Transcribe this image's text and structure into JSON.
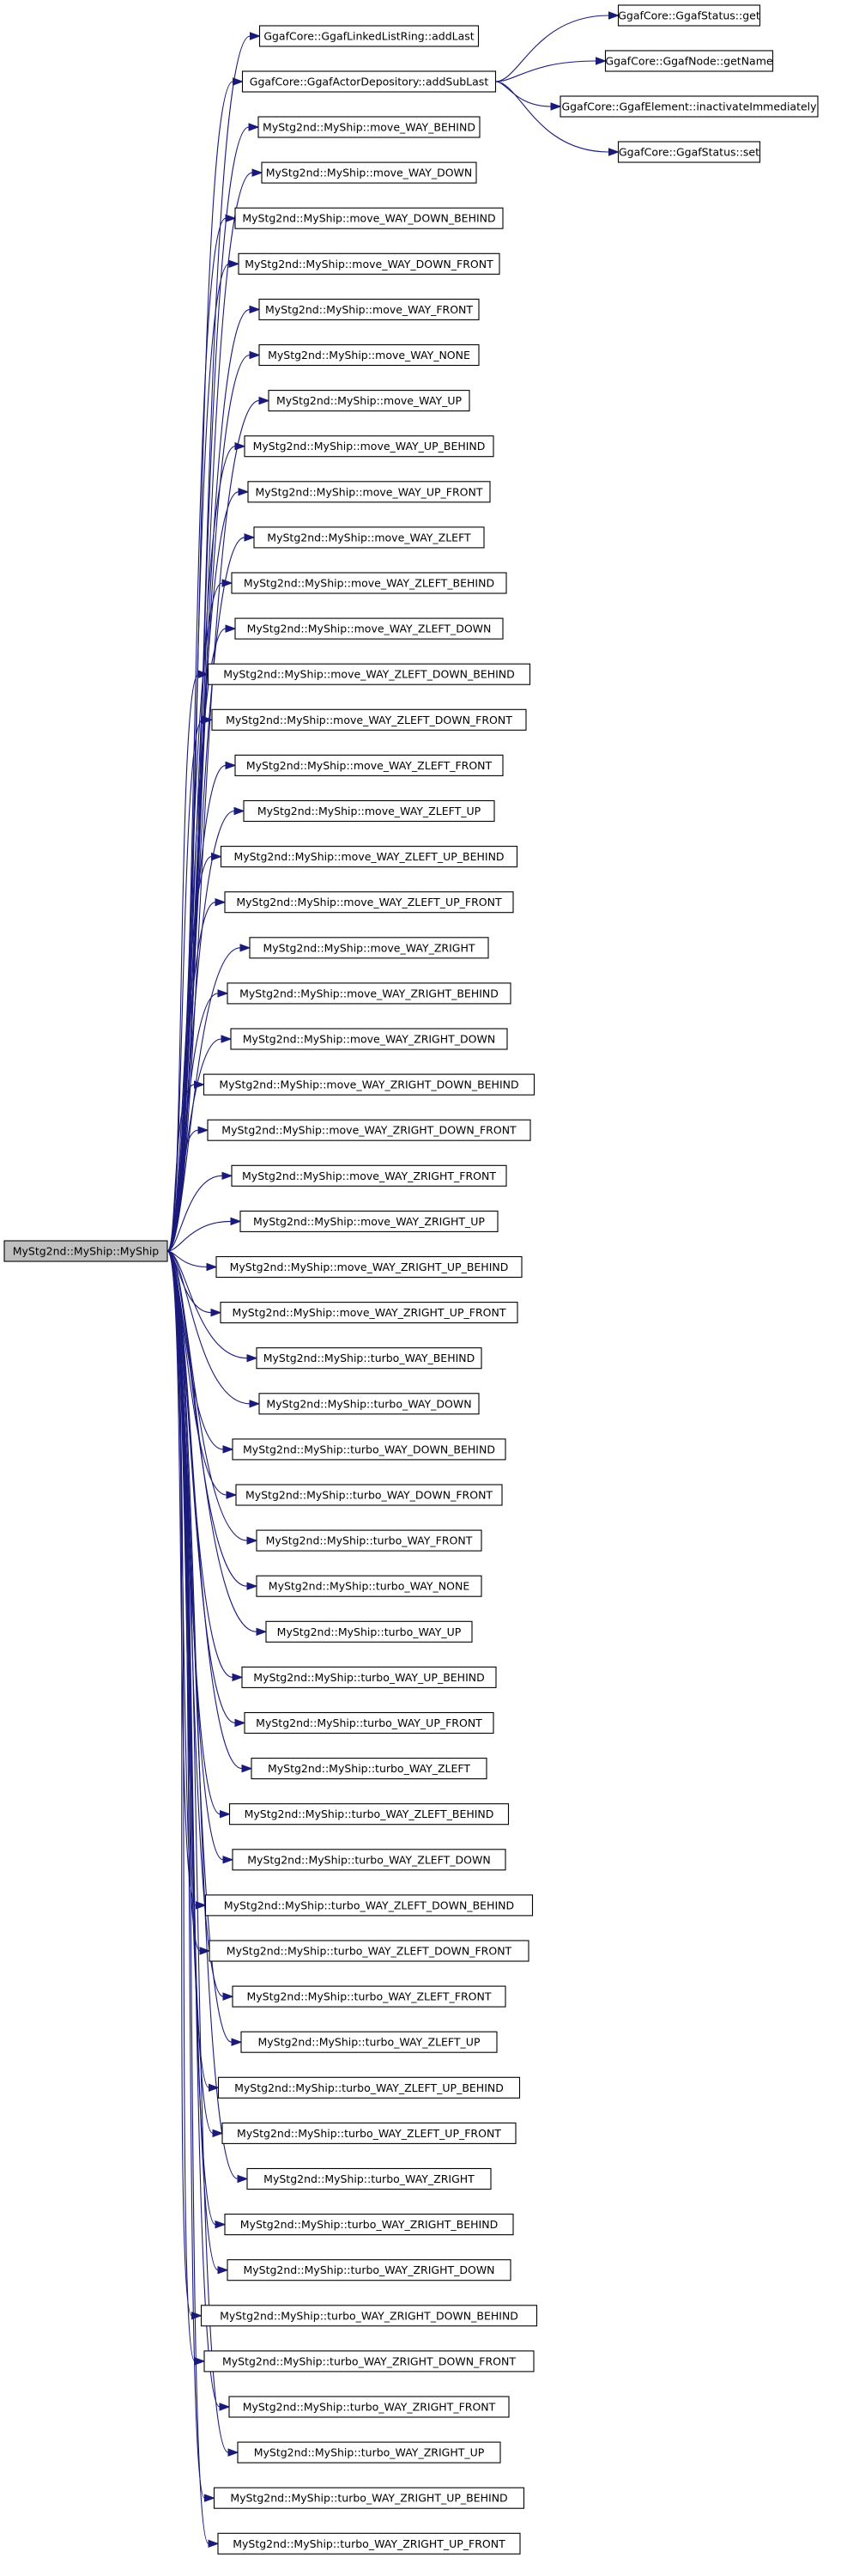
{
  "graph": {
    "root": {
      "id": "root",
      "label": "MyStg2nd::MyShip::MyShip"
    },
    "nodes": [
      {
        "id": "n_addLast",
        "label": "GgafCore::GgafLinkedListRing::addLast"
      },
      {
        "id": "n_addSubLast",
        "label": "GgafCore::GgafActorDepository::addSubLast"
      },
      {
        "id": "n_get",
        "label": "GgafCore::GgafStatus::get"
      },
      {
        "id": "n_getName",
        "label": "GgafCore::GgafNode::getName"
      },
      {
        "id": "n_inact",
        "label": "GgafCore::GgafElement::inactivateImmediately"
      },
      {
        "id": "n_set",
        "label": "GgafCore::GgafStatus::set"
      },
      {
        "id": "m0",
        "label": "MyStg2nd::MyShip::move_WAY_BEHIND"
      },
      {
        "id": "m1",
        "label": "MyStg2nd::MyShip::move_WAY_DOWN"
      },
      {
        "id": "m2",
        "label": "MyStg2nd::MyShip::move_WAY_DOWN_BEHIND"
      },
      {
        "id": "m3",
        "label": "MyStg2nd::MyShip::move_WAY_DOWN_FRONT"
      },
      {
        "id": "m4",
        "label": "MyStg2nd::MyShip::move_WAY_FRONT"
      },
      {
        "id": "m5",
        "label": "MyStg2nd::MyShip::move_WAY_NONE"
      },
      {
        "id": "m6",
        "label": "MyStg2nd::MyShip::move_WAY_UP"
      },
      {
        "id": "m7",
        "label": "MyStg2nd::MyShip::move_WAY_UP_BEHIND"
      },
      {
        "id": "m8",
        "label": "MyStg2nd::MyShip::move_WAY_UP_FRONT"
      },
      {
        "id": "m9",
        "label": "MyStg2nd::MyShip::move_WAY_ZLEFT"
      },
      {
        "id": "m10",
        "label": "MyStg2nd::MyShip::move_WAY_ZLEFT_BEHIND"
      },
      {
        "id": "m11",
        "label": "MyStg2nd::MyShip::move_WAY_ZLEFT_DOWN"
      },
      {
        "id": "m12",
        "label": "MyStg2nd::MyShip::move_WAY_ZLEFT_DOWN_BEHIND"
      },
      {
        "id": "m13",
        "label": "MyStg2nd::MyShip::move_WAY_ZLEFT_DOWN_FRONT"
      },
      {
        "id": "m14",
        "label": "MyStg2nd::MyShip::move_WAY_ZLEFT_FRONT"
      },
      {
        "id": "m15",
        "label": "MyStg2nd::MyShip::move_WAY_ZLEFT_UP"
      },
      {
        "id": "m16",
        "label": "MyStg2nd::MyShip::move_WAY_ZLEFT_UP_BEHIND"
      },
      {
        "id": "m17",
        "label": "MyStg2nd::MyShip::move_WAY_ZLEFT_UP_FRONT"
      },
      {
        "id": "m18",
        "label": "MyStg2nd::MyShip::move_WAY_ZRIGHT"
      },
      {
        "id": "m19",
        "label": "MyStg2nd::MyShip::move_WAY_ZRIGHT_BEHIND"
      },
      {
        "id": "m20",
        "label": "MyStg2nd::MyShip::move_WAY_ZRIGHT_DOWN"
      },
      {
        "id": "m21",
        "label": "MyStg2nd::MyShip::move_WAY_ZRIGHT_DOWN_BEHIND"
      },
      {
        "id": "m22",
        "label": "MyStg2nd::MyShip::move_WAY_ZRIGHT_DOWN_FRONT"
      },
      {
        "id": "m23",
        "label": "MyStg2nd::MyShip::move_WAY_ZRIGHT_FRONT"
      },
      {
        "id": "m24",
        "label": "MyStg2nd::MyShip::move_WAY_ZRIGHT_UP"
      },
      {
        "id": "m25",
        "label": "MyStg2nd::MyShip::move_WAY_ZRIGHT_UP_BEHIND"
      },
      {
        "id": "m26",
        "label": "MyStg2nd::MyShip::move_WAY_ZRIGHT_UP_FRONT"
      },
      {
        "id": "t0",
        "label": "MyStg2nd::MyShip::turbo_WAY_BEHIND"
      },
      {
        "id": "t1",
        "label": "MyStg2nd::MyShip::turbo_WAY_DOWN"
      },
      {
        "id": "t2",
        "label": "MyStg2nd::MyShip::turbo_WAY_DOWN_BEHIND"
      },
      {
        "id": "t3",
        "label": "MyStg2nd::MyShip::turbo_WAY_DOWN_FRONT"
      },
      {
        "id": "t4",
        "label": "MyStg2nd::MyShip::turbo_WAY_FRONT"
      },
      {
        "id": "t5",
        "label": "MyStg2nd::MyShip::turbo_WAY_NONE"
      },
      {
        "id": "t6",
        "label": "MyStg2nd::MyShip::turbo_WAY_UP"
      },
      {
        "id": "t7",
        "label": "MyStg2nd::MyShip::turbo_WAY_UP_BEHIND"
      },
      {
        "id": "t8",
        "label": "MyStg2nd::MyShip::turbo_WAY_UP_FRONT"
      },
      {
        "id": "t9",
        "label": "MyStg2nd::MyShip::turbo_WAY_ZLEFT"
      },
      {
        "id": "t10",
        "label": "MyStg2nd::MyShip::turbo_WAY_ZLEFT_BEHIND"
      },
      {
        "id": "t11",
        "label": "MyStg2nd::MyShip::turbo_WAY_ZLEFT_DOWN"
      },
      {
        "id": "t12",
        "label": "MyStg2nd::MyShip::turbo_WAY_ZLEFT_DOWN_BEHIND"
      },
      {
        "id": "t13",
        "label": "MyStg2nd::MyShip::turbo_WAY_ZLEFT_DOWN_FRONT"
      },
      {
        "id": "t14",
        "label": "MyStg2nd::MyShip::turbo_WAY_ZLEFT_FRONT"
      },
      {
        "id": "t15",
        "label": "MyStg2nd::MyShip::turbo_WAY_ZLEFT_UP"
      },
      {
        "id": "t16",
        "label": "MyStg2nd::MyShip::turbo_WAY_ZLEFT_UP_BEHIND"
      },
      {
        "id": "t17",
        "label": "MyStg2nd::MyShip::turbo_WAY_ZLEFT_UP_FRONT"
      },
      {
        "id": "t18",
        "label": "MyStg2nd::MyShip::turbo_WAY_ZRIGHT"
      },
      {
        "id": "t19",
        "label": "MyStg2nd::MyShip::turbo_WAY_ZRIGHT_BEHIND"
      },
      {
        "id": "t20",
        "label": "MyStg2nd::MyShip::turbo_WAY_ZRIGHT_DOWN"
      },
      {
        "id": "t21",
        "label": "MyStg2nd::MyShip::turbo_WAY_ZRIGHT_DOWN_BEHIND"
      },
      {
        "id": "t22",
        "label": "MyStg2nd::MyShip::turbo_WAY_ZRIGHT_DOWN_FRONT"
      },
      {
        "id": "t23",
        "label": "MyStg2nd::MyShip::turbo_WAY_ZRIGHT_FRONT"
      },
      {
        "id": "t24",
        "label": "MyStg2nd::MyShip::turbo_WAY_ZRIGHT_UP"
      },
      {
        "id": "t25",
        "label": "MyStg2nd::MyShip::turbo_WAY_ZRIGHT_UP_BEHIND"
      },
      {
        "id": "t26",
        "label": "MyStg2nd::MyShip::turbo_WAY_ZRIGHT_UP_FRONT"
      }
    ],
    "edges": [
      [
        "root",
        "n_addLast"
      ],
      [
        "root",
        "n_addSubLast"
      ],
      [
        "n_addSubLast",
        "n_get"
      ],
      [
        "n_addSubLast",
        "n_getName"
      ],
      [
        "n_addSubLast",
        "n_inact"
      ],
      [
        "n_addSubLast",
        "n_set"
      ],
      [
        "root",
        "m0"
      ],
      [
        "root",
        "m1"
      ],
      [
        "root",
        "m2"
      ],
      [
        "root",
        "m3"
      ],
      [
        "root",
        "m4"
      ],
      [
        "root",
        "m5"
      ],
      [
        "root",
        "m6"
      ],
      [
        "root",
        "m7"
      ],
      [
        "root",
        "m8"
      ],
      [
        "root",
        "m9"
      ],
      [
        "root",
        "m10"
      ],
      [
        "root",
        "m11"
      ],
      [
        "root",
        "m12"
      ],
      [
        "root",
        "m13"
      ],
      [
        "root",
        "m14"
      ],
      [
        "root",
        "m15"
      ],
      [
        "root",
        "m16"
      ],
      [
        "root",
        "m17"
      ],
      [
        "root",
        "m18"
      ],
      [
        "root",
        "m19"
      ],
      [
        "root",
        "m20"
      ],
      [
        "root",
        "m21"
      ],
      [
        "root",
        "m22"
      ],
      [
        "root",
        "m23"
      ],
      [
        "root",
        "m24"
      ],
      [
        "root",
        "m25"
      ],
      [
        "root",
        "m26"
      ],
      [
        "root",
        "t0"
      ],
      [
        "root",
        "t1"
      ],
      [
        "root",
        "t2"
      ],
      [
        "root",
        "t3"
      ],
      [
        "root",
        "t4"
      ],
      [
        "root",
        "t5"
      ],
      [
        "root",
        "t6"
      ],
      [
        "root",
        "t7"
      ],
      [
        "root",
        "t8"
      ],
      [
        "root",
        "t9"
      ],
      [
        "root",
        "t10"
      ],
      [
        "root",
        "t11"
      ],
      [
        "root",
        "t12"
      ],
      [
        "root",
        "t13"
      ],
      [
        "root",
        "t14"
      ],
      [
        "root",
        "t15"
      ],
      [
        "root",
        "t16"
      ],
      [
        "root",
        "t17"
      ],
      [
        "root",
        "t18"
      ],
      [
        "root",
        "t19"
      ],
      [
        "root",
        "t20"
      ],
      [
        "root",
        "t21"
      ],
      [
        "root",
        "t22"
      ],
      [
        "root",
        "t23"
      ],
      [
        "root",
        "t24"
      ],
      [
        "root",
        "t25"
      ],
      [
        "root",
        "t26"
      ]
    ]
  },
  "colors": {
    "edge": "#1a1a7a",
    "root_fill": "#bfbfbf",
    "node_fill": "#ffffff",
    "node_border": "#000000"
  }
}
